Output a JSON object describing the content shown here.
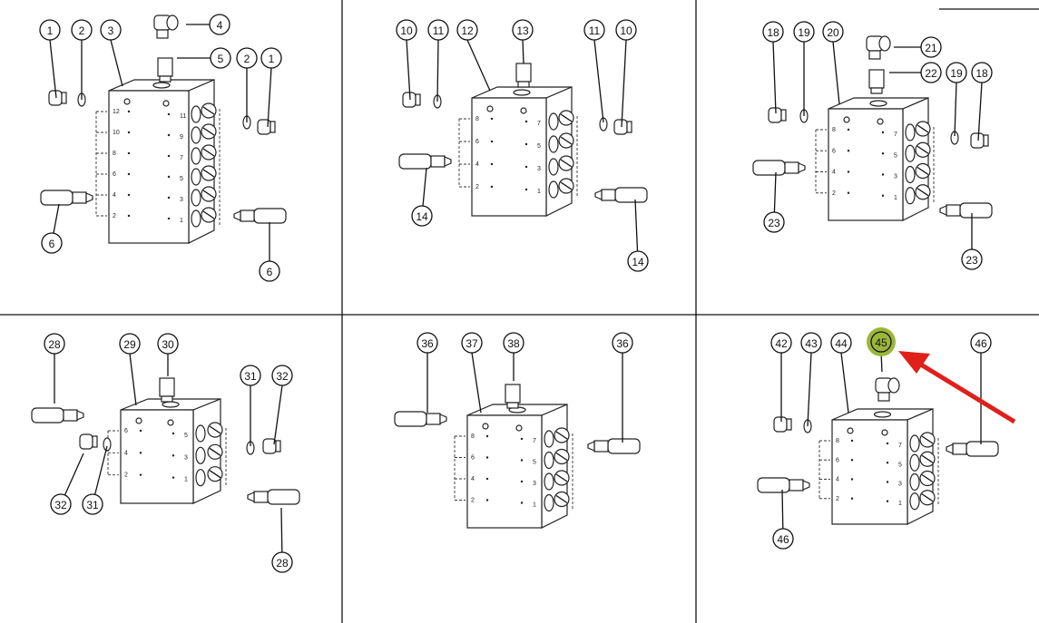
{
  "highlight_color": "#9cb63b",
  "arrow_color": "#e0201a",
  "highlighted_callout": "45",
  "panels": [
    {
      "name": "panel-12-port",
      "callouts": [
        "1",
        "2",
        "3",
        "4",
        "5",
        "2",
        "1",
        "6",
        "6"
      ],
      "port_numbers_left": [
        "12",
        "10",
        "8",
        "6",
        "4",
        "2"
      ],
      "port_numbers_right": [
        "11",
        "9",
        "7",
        "5",
        "3",
        "1"
      ]
    },
    {
      "name": "panel-8-port-a",
      "callouts": [
        "10",
        "11",
        "12",
        "13",
        "11",
        "10",
        "14",
        "14"
      ],
      "port_numbers_left": [
        "8",
        "6",
        "4",
        "2"
      ],
      "port_numbers_right": [
        "7",
        "5",
        "3",
        "1"
      ]
    },
    {
      "name": "panel-8-port-b",
      "callouts": [
        "18",
        "19",
        "20",
        "21",
        "22",
        "19",
        "18",
        "23",
        "23"
      ],
      "port_numbers_left": [
        "8",
        "6",
        "4",
        "2"
      ],
      "port_numbers_right": [
        "7",
        "5",
        "3",
        "1"
      ]
    },
    {
      "name": "panel-6-port",
      "callouts": [
        "28",
        "29",
        "30",
        "31",
        "32",
        "32",
        "31",
        "28"
      ],
      "port_numbers_left": [
        "6",
        "4",
        "2"
      ],
      "port_numbers_right": [
        "5",
        "3",
        "1"
      ]
    },
    {
      "name": "panel-8-port-c",
      "callouts": [
        "36",
        "37",
        "38",
        "36"
      ],
      "port_numbers_left": [
        "8",
        "6",
        "4",
        "2"
      ],
      "port_numbers_right": [
        "7",
        "5",
        "3",
        "1"
      ]
    },
    {
      "name": "panel-8-port-d",
      "callouts": [
        "42",
        "43",
        "44",
        "45",
        "46",
        "46"
      ],
      "port_numbers_left": [
        "8",
        "6",
        "4",
        "2"
      ],
      "port_numbers_right": [
        "7",
        "5",
        "3",
        "1"
      ]
    }
  ]
}
